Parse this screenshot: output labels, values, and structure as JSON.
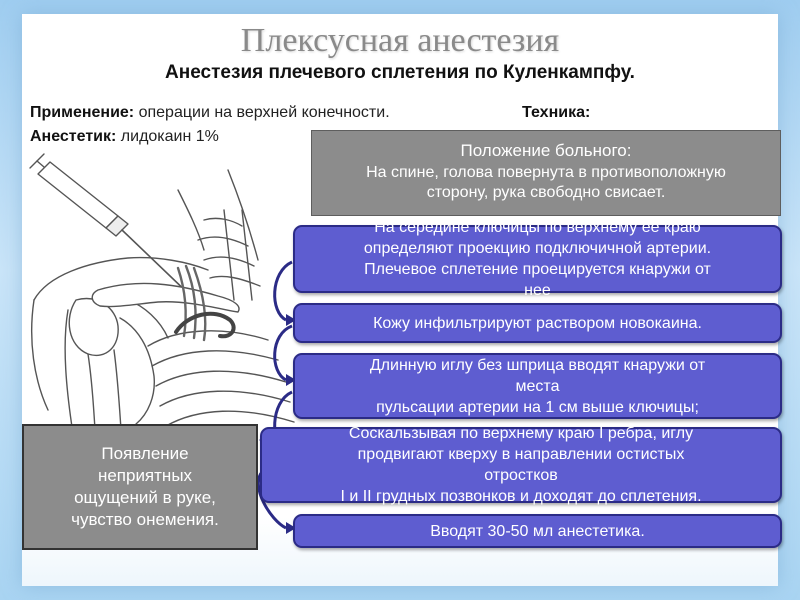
{
  "title": "Плексусная анестезия",
  "subtitle": "Анестезия плечевого сплетения по Куленкампфу.",
  "info": {
    "application_label": "Применение:",
    "application_value": "операции на верхней конечности.",
    "technique_label": "Техника:",
    "anesthetic_label": "Анестетик:",
    "anesthetic_value": "лидокаин 1%"
  },
  "position_box": {
    "header": "Положение больного:",
    "line1": "На спине, голова повернута в противоположную",
    "line2": "сторону, рука свободно свисает."
  },
  "steps": [
    {
      "lines": [
        "На середине ключицы по верхнему ее краю",
        "определяют проекцию подключичной артерии.",
        "Плечевое сплетение проецируется кнаружи от",
        "нее"
      ]
    },
    {
      "lines": [
        "Кожу инфильтрируют раствором новокаина."
      ]
    },
    {
      "lines": [
        "Длинную иглу без шприца вводят кнаружи от",
        "места",
        "пульсации артерии на 1 см выше ключицы;"
      ]
    },
    {
      "lines": [
        "Соскальзывая по верхнему краю I ребра, иглу",
        "продвигают кверху в направлении остистых",
        "отростков",
        "I и II грудных позвонков и доходят до сплетения."
      ]
    },
    {
      "lines": [
        "Вводят 30-50 мл анестетика."
      ]
    }
  ],
  "warning": {
    "lines": [
      "Появление",
      "неприятных",
      "ощущений в руке,",
      "чувство онемения."
    ]
  },
  "colors": {
    "step_fill": "#5e5dd0",
    "step_border": "#2b2b86",
    "gray_box": "#8c8c8c",
    "background": "#a9d4f2"
  },
  "icons": {
    "illustration": "shoulder-needle-illustration",
    "connector": "curved-arrow-icon"
  }
}
